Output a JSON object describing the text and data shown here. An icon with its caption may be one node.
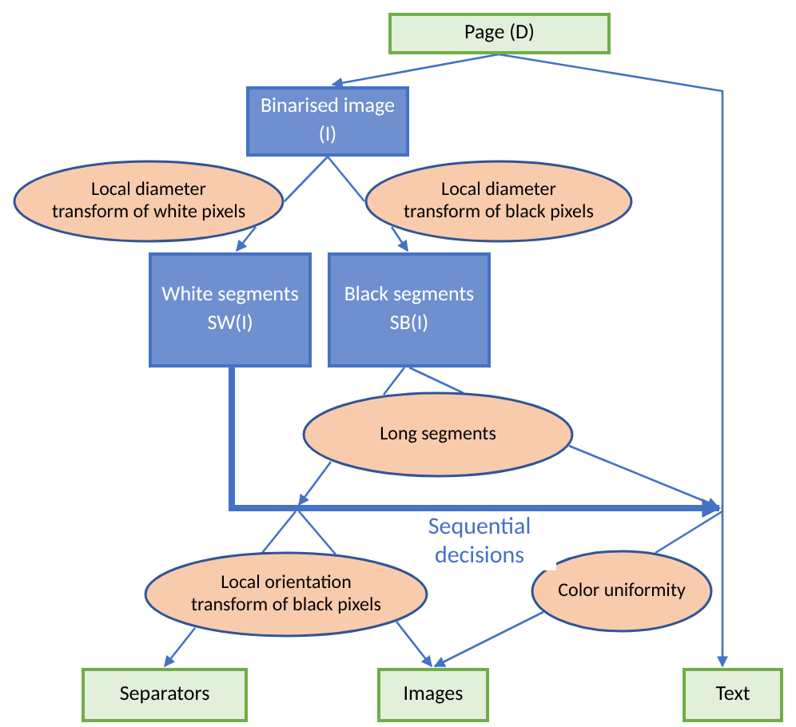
{
  "diagram": {
    "nodes": [
      {
        "text": [
          "Page (D)"
        ]
      },
      {
        "text": [
          "Binarised image (I)"
        ]
      },
      {
        "text": [
          "Local diameter transform of white pixels"
        ]
      },
      {
        "text": [
          "Local diameter transform of black pixels"
        ]
      },
      {
        "text": [
          "White segments SW(I)"
        ]
      },
      {
        "text": [
          "Black segments SB(I)"
        ]
      },
      {
        "text": [
          "Long segments"
        ]
      },
      {
        "text": [
          "Local orientation transform of black pixels"
        ]
      },
      {
        "text": [
          "Color uniformity"
        ]
      },
      {
        "text": [
          "Separators"
        ]
      },
      {
        "text": [
          "Images"
        ]
      },
      {
        "text": [
          "Text"
        ]
      }
    ],
    "edges": [
      {
        "from": 0,
        "to": 1,
        "arrow": "to"
      },
      {
        "from": 0,
        "to": 11,
        "arrow": "to"
      },
      {
        "from": 1,
        "to": 2,
        "arrow": "none"
      },
      {
        "from": 2,
        "to": 4,
        "arrow": "to"
      },
      {
        "from": 1,
        "to": 3,
        "arrow": "none"
      },
      {
        "from": 3,
        "to": 5,
        "arrow": "to"
      },
      {
        "from": 5,
        "to": 6,
        "arrow": "none"
      },
      {
        "from": 5,
        "to": 6,
        "arrow": "none"
      },
      {
        "from": 4,
        "to": null,
        "arrow": "to",
        "style": "thick",
        "label": "Sequential decisions"
      },
      {
        "from": 6,
        "to": null,
        "arrow": "to"
      },
      {
        "from": 6,
        "to": null,
        "arrow": "to"
      },
      {
        "from": null,
        "to": 7,
        "arrow": "none"
      },
      {
        "from": null,
        "to": 7,
        "arrow": "none"
      },
      {
        "from": null,
        "to": 8,
        "arrow": "none"
      },
      {
        "from": 7,
        "to": 9,
        "arrow": "to"
      },
      {
        "from": 7,
        "to": 10,
        "arrow": "to"
      },
      {
        "from": 8,
        "to": 10,
        "arrow": "to"
      }
    ]
  }
}
